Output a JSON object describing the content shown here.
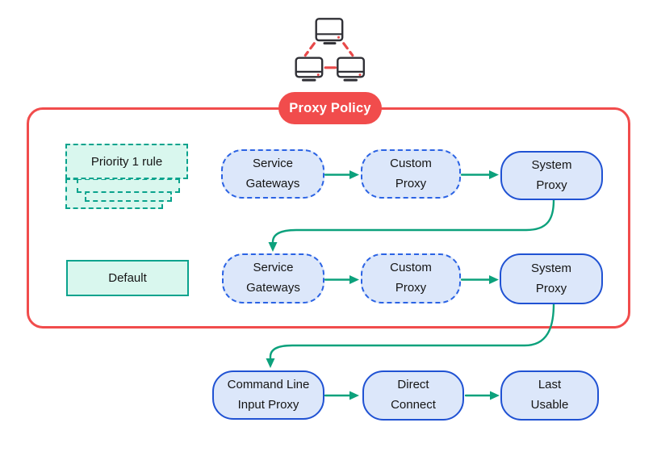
{
  "policy": {
    "title": "Proxy Policy"
  },
  "priority_rule": {
    "label": "Priority 1 rule"
  },
  "default_rule": {
    "label": "Default"
  },
  "row1": {
    "nodes": [
      "Service\nGateways",
      "Custom\nProxy",
      "System\nProxy"
    ]
  },
  "row2": {
    "nodes": [
      "Service\nGateways",
      "Custom\nProxy",
      "System\nProxy"
    ]
  },
  "row3": {
    "nodes": [
      "Command Line\nInput Proxy",
      "Direct\nConnect",
      "Last\nUsable"
    ]
  },
  "colors": {
    "accent_red": "#F14C4C",
    "arrow_green": "#0CA17C",
    "dashed_blue": "#2B63E4",
    "solid_blue": "#2052D3",
    "node_fill": "#DCE7FA",
    "mint_fill": "#D9F7EE",
    "teal_border": "#0AA38D"
  }
}
